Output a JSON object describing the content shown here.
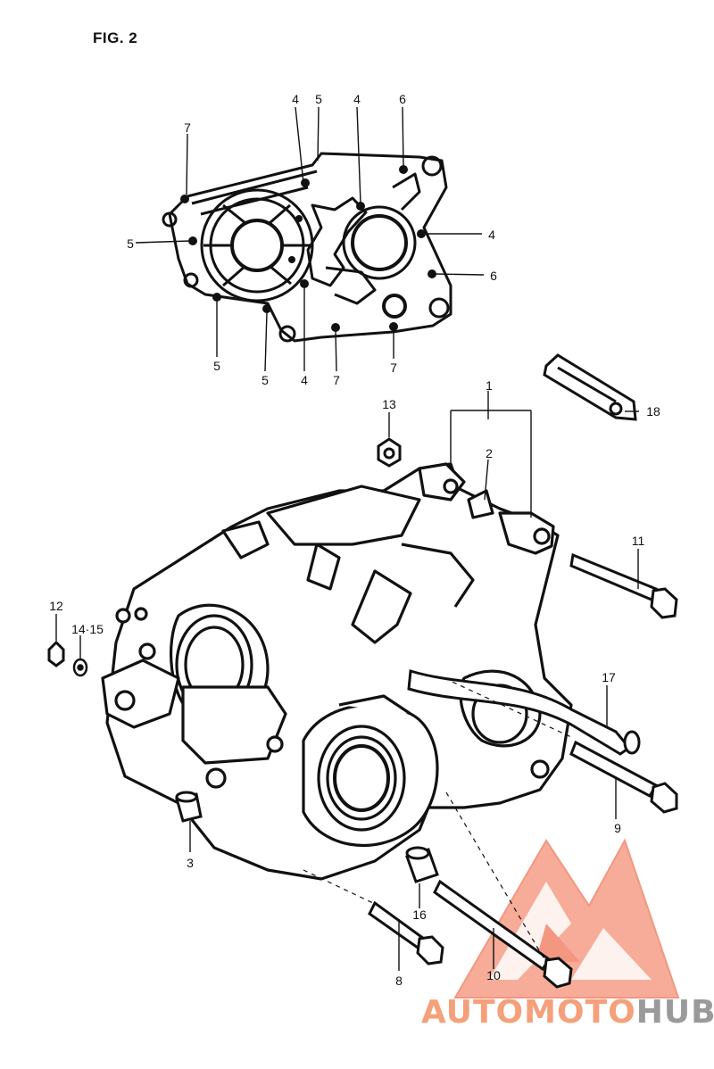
{
  "figure": {
    "label": "FIG. 2"
  },
  "callouts": {
    "upper_4a": "4",
    "upper_5a": "5",
    "upper_4b": "4",
    "upper_6a": "6",
    "upper_7a": "7",
    "upper_5_left": "5",
    "upper_4_right": "4",
    "upper_6_right": "6",
    "upper_5_b1": "5",
    "upper_5_b2": "5",
    "upper_4_b": "4",
    "upper_7_b1": "7",
    "upper_7_b2": "7",
    "p1": "1",
    "p2": "2",
    "p3": "3",
    "p8": "8",
    "p9": "9",
    "p10": "10",
    "p11": "11",
    "p12": "12",
    "p13": "13",
    "p14_15": "14·15",
    "p16": "16",
    "p17": "17",
    "p18": "18"
  },
  "watermark": {
    "brand_part1": "AUTO",
    "brand_part2": "MOTO",
    "brand_part3": "HUB",
    "colors": {
      "accent": "#f28c74",
      "accent_light": "#f7b39f",
      "grey": "#9a9a9a"
    }
  }
}
